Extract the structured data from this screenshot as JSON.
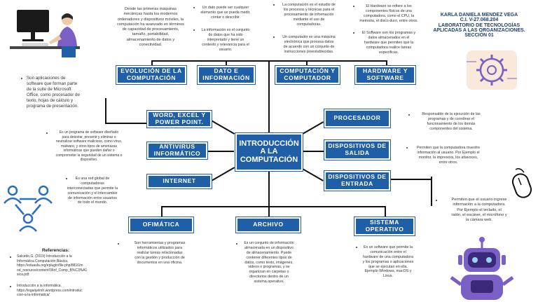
{
  "author": "KARLA DANIELA MENDEZ VEGA\nC.I. V-27.068.204\nLABORATORIO DE TECNOLOGÍAS\nAPLICADAS A LAS ORGANIZACIONES.\nSECCIÓN 01",
  "central": "INTRODUCCIÓN\nA LA\nCOMPUTACIÓN",
  "top_nodes": [
    {
      "label": "EVOLUCIÓN DE LA\nCOMPUTACIÓN",
      "desc": "Desde las primeras máquinas\nmecánicas hasta los modernos\nordenadores y dispositivos móviles, la\ncomputación ha avanzado en términos\nde capacidad de procesamiento,\ntamaño, portabilidad,\nalmacenamiento de datos y\nconectividad."
    },
    {
      "label": "DATO E\nINFORMACIÓN",
      "desc": "Un dato puede ser cualquier\nelemento que se pueda medir,\ncontar o describir.",
      "desc2": "La información es el conjunto\nde datos que ha sido\ninterpretado y tiene un\ncontexto y relevancia para el\nusuario."
    },
    {
      "label": "COMPUTACIÓN Y\nCOMPUTADOR",
      "desc": "La computación es el estudio de\nlos procesos y técnicas para el\nprocesamiento de información\nmediante el uso de\ncomputadoras.",
      "desc2": "Un computador es una máquina\nelectrónica que procesa datos\nde acuerdo con un conjunto de\ninstrucciones preestablecidas."
    },
    {
      "label": "HARDWARE Y\nSOFTWARE",
      "desc": "El Hardware se refiere a los\ncomponentes físicos de una\ncomputadora, como el CPU, la\nmemoria, el disco duro, entre otros.",
      "desc2": "El Software son los programas y\ndatos almacenados en el\nhardware que permiten que la\ncomputadora realice tareas\nespecíficas."
    }
  ],
  "left_nodes": [
    {
      "label": "WORD, EXCEL Y\nPOWER POINT.",
      "desc": "Son aplicaciones de\nsoftware que forman parte\nde la suite de Microsoft\nOffice, como procesador de\ntexto, hojas de cálculo y\nprograma de presentación."
    },
    {
      "label": "ANTIVIRUS\nINFORMÁTICO",
      "desc": "Es un programa de software diseñado\npara detectar, prevenir y eliminar o\nneutralizar software malicioso, como virus,\nmalware, y otros tipos de amenazas\ninformáticas que pueden dañar o\ncomprometer la seguridad de un sistema o\ndispositivo."
    },
    {
      "label": "INTERNET",
      "desc": "Es una red global de\ncomputadoras\ninterconectadas que permite la\ncomunicación y el intercambio\nde información entre usuarios\nde todo el mundo."
    }
  ],
  "right_nodes": [
    {
      "label": "PROCESADOR",
      "desc": "Responsable de la ejecución de las\nprogramas y de coordinar el\nfuncionamiento de los demás\ncomponentes del sistema."
    },
    {
      "label": "DISPOSITIVOS DE\nSALIDA",
      "desc": "Permiten que la computadora muestre\ninformación al usuario. Por Ejemplo el\nmonitor, la impresora, los altavoces,\nentre otros."
    },
    {
      "label": "DISPOSITIVOS DE\nENTRADA",
      "desc": "Permiten que el usuario ingrese\ninformación a la computadora.\nPor Ejemplo el teclado, el\nratón, el escáner, el micrófono y\nla cámara web."
    }
  ],
  "bottom_nodes": [
    {
      "label": "OFIMÁTICA",
      "desc": "Son herramientas y programas\ninformáticos utilizados para\nrealizar tareas relacionadas\ncon la gestión y producción de\ndocumentos en una oficina."
    },
    {
      "label": "ARCHIVO",
      "desc": "Es un conjunto de información\nalmacenada en un dispositivo\nde almacenamiento. Puede\ncontener diferentes tipos de\ndatos, como texto, imágenes,\nvideos o programas, y se\norganizan en carpetas o\ndirectorios dentro de un\nsistema operativo."
    },
    {
      "label": "SISTEMA\nOPERATIVO",
      "desc": "Es un software que permite la\ncomunicación entre el\nhardware de una computadora\ny los programas o aplicaciones\nque se ejecutan en ella.\nEjemplo Windows, macOS y\nLinux."
    }
  ],
  "references": {
    "title": "Referencias:",
    "items": [
      "Salcedo,G. (2019) Introducción a la\nInformática Computación Básica.\nhttps://eduaula.org/eplugin/file.php/8816/m\nod_resource/content/3/Inf_Comp_B%C3%A1\nsica.pdf",
      "Introducción a la informática.\nhttps://inganjelmh.wordpress.com/introduc\ncion-a-la-informatica/"
    ]
  },
  "colors": {
    "node": "#1f5fa8",
    "line": "#111111"
  },
  "icons": [
    "person-at-computer-icon",
    "gear-icon",
    "mouse-icon",
    "network-people-icon",
    "robot-icon"
  ]
}
